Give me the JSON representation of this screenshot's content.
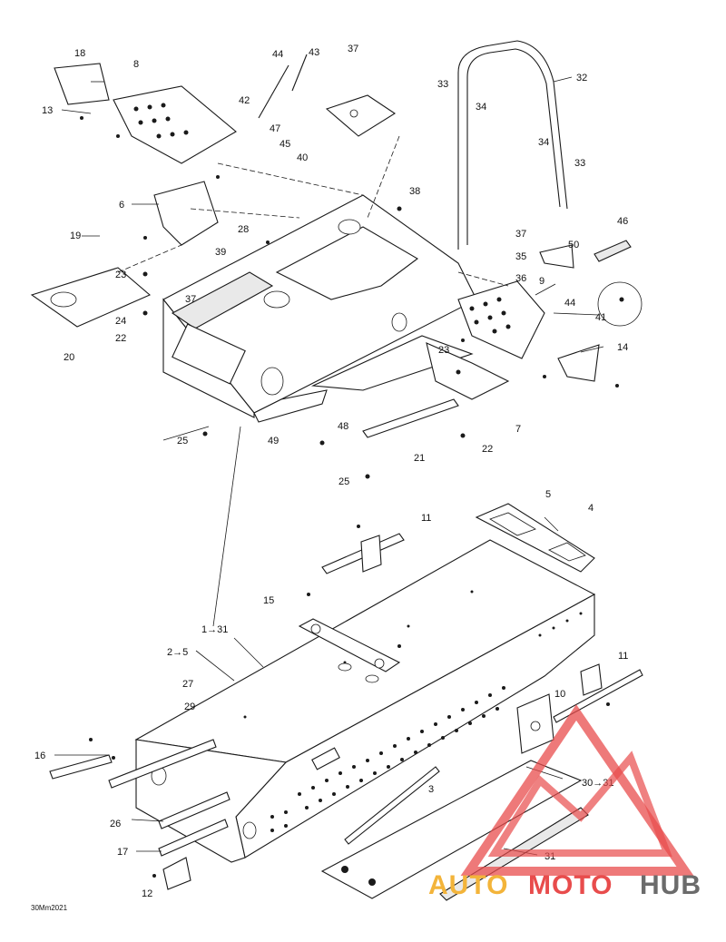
{
  "drawing_code": "30Mm2021",
  "callouts": [
    "1→31",
    "2→5",
    "3",
    "4",
    "5",
    "6",
    "7",
    "8",
    "9",
    "10",
    "11",
    "11",
    "12",
    "13",
    "14",
    "15",
    "16",
    "17",
    "18",
    "19",
    "20",
    "21",
    "22",
    "22",
    "23",
    "23",
    "24",
    "25",
    "25",
    "26",
    "27",
    "28",
    "29",
    "30→31",
    "31",
    "32",
    "33",
    "33",
    "34",
    "34",
    "35",
    "36",
    "37",
    "37",
    "37",
    "38",
    "39",
    "40",
    "41",
    "42",
    "43",
    "44",
    "44",
    "45",
    "46",
    "47",
    "48",
    "49",
    "50"
  ],
  "watermark": {
    "part1": "AUTO",
    "part2": "MOTO",
    "part3": "HUB",
    "color_triangle": "#e84c4c",
    "color_auto": "#f3b43a",
    "color_moto": "#e84c4c",
    "color_hub": "#6b6b6b"
  }
}
